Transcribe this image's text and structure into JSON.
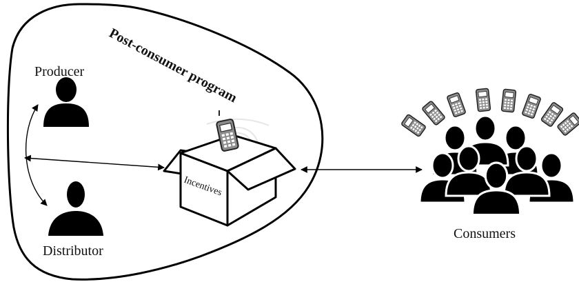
{
  "diagram": {
    "title": "Post-consumer program",
    "labels": {
      "producer": "Producer",
      "distributor": "Distributor",
      "incentives": "Incentives",
      "consumers": "Consumers"
    },
    "icons": {
      "producer": "person-icon",
      "distributor": "person-icon",
      "box": "open-box-icon",
      "phone": "mobile-phone-icon",
      "crowd": "crowd-icon",
      "phones_row": "mobile-phone-icon"
    },
    "colors": {
      "line": "#000000",
      "phone_fill": "#8c8c8c",
      "watermark": "#e6e6e6"
    }
  }
}
